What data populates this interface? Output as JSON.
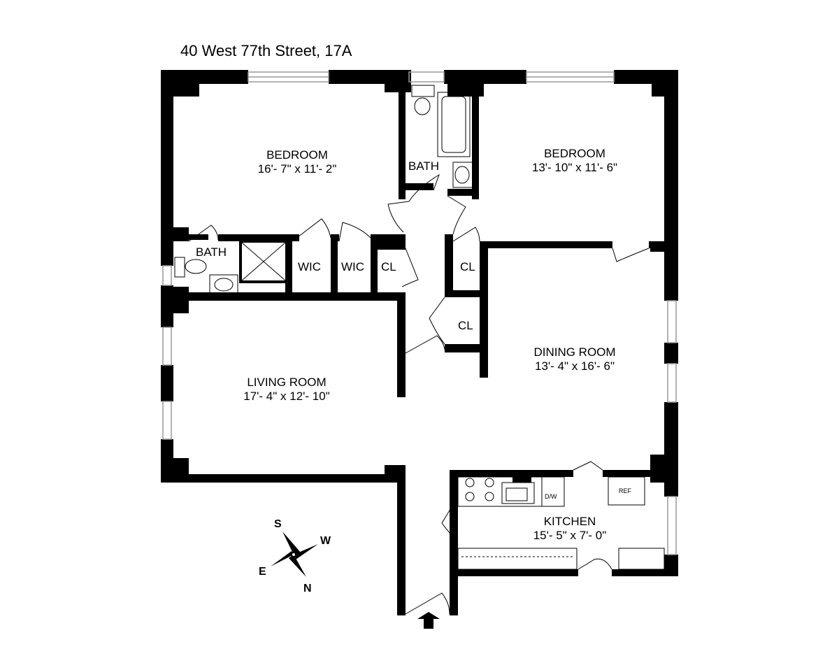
{
  "title": "40 West 77th Street, 17A",
  "rooms": {
    "bedroom_1": {
      "name": "BEDROOM",
      "dims": "16'- 7\" x 11'- 2\""
    },
    "bedroom_2": {
      "name": "BEDROOM",
      "dims": "13'- 10\" x 11'- 6\""
    },
    "living_room": {
      "name": "LIVING ROOM",
      "dims": "17'- 4\" x 12'- 10\""
    },
    "dining_room": {
      "name": "DINING ROOM",
      "dims": "13'- 4\" x 16'- 6\""
    },
    "kitchen": {
      "name": "KITCHEN",
      "dims": "15'- 5\" x 7'- 0\""
    },
    "bath_1": {
      "name": "BATH"
    },
    "bath_2": {
      "name": "BATH"
    },
    "wic_1": {
      "name": "WIC"
    },
    "wic_2": {
      "name": "WIC"
    },
    "cl_1": {
      "name": "CL"
    },
    "cl_2": {
      "name": "CL"
    },
    "cl_3": {
      "name": "CL"
    }
  },
  "appliances": {
    "dishwasher": "D/W",
    "refrigerator": "REF"
  },
  "compass": {
    "s": "S",
    "w": "W",
    "e": "E",
    "n": "N"
  },
  "colors": {
    "wall": "#000000",
    "window": "#cccccc",
    "background": "#ffffff"
  }
}
